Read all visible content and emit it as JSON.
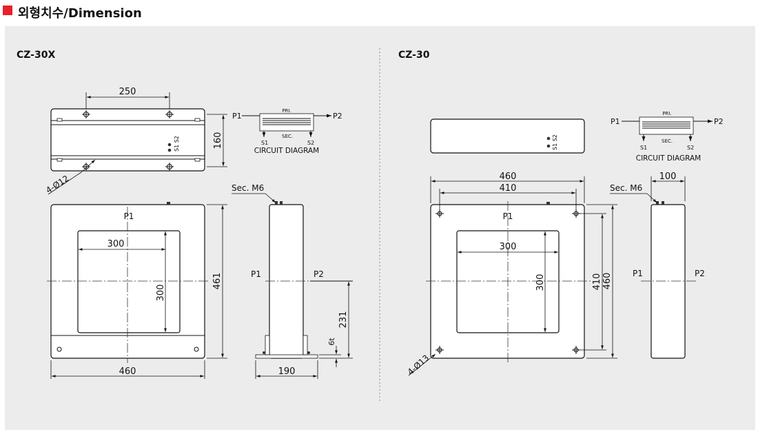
{
  "header": {
    "title": "외형치수/Dimension",
    "accent_color": "#e8202a"
  },
  "left": {
    "model": "CZ-30X",
    "top_view": {
      "hole_spacing": "250",
      "height": "160",
      "terminals": "S1 S2",
      "holes": "4-Ø12"
    },
    "front_view": {
      "window_width": "300",
      "window_height": "300",
      "height": "461",
      "width": "460",
      "p1": "P1"
    },
    "side_view": {
      "sec": "Sec. M6",
      "p1": "P1",
      "p2": "P2",
      "center_height": "231",
      "thickness": "6t",
      "depth": "190"
    },
    "circuit": {
      "p1": "P1",
      "p2": "P2",
      "pri": "PRI.",
      "sec": "SEC.",
      "s1": "S1",
      "s2": "S2",
      "caption": "CIRCUIT DIAGRAM"
    }
  },
  "right": {
    "model": "CZ-30",
    "top_view": {
      "terminals": "S1 S2"
    },
    "front_view": {
      "outer_width": "460",
      "hole_spacing": "410",
      "window_width": "300",
      "window_height": "300",
      "hole_height": "410",
      "height": "460",
      "holes": "4-Ø13",
      "p1": "P1"
    },
    "side_view": {
      "sec": "Sec. M6",
      "depth": "100",
      "p1": "P1",
      "p2": "P2"
    },
    "circuit": {
      "p1": "P1",
      "p2": "P2",
      "pri": "PRI.",
      "sec": "SEC.",
      "s1": "S1",
      "s2": "S2",
      "caption": "CIRCUIT DIAGRAM"
    }
  }
}
